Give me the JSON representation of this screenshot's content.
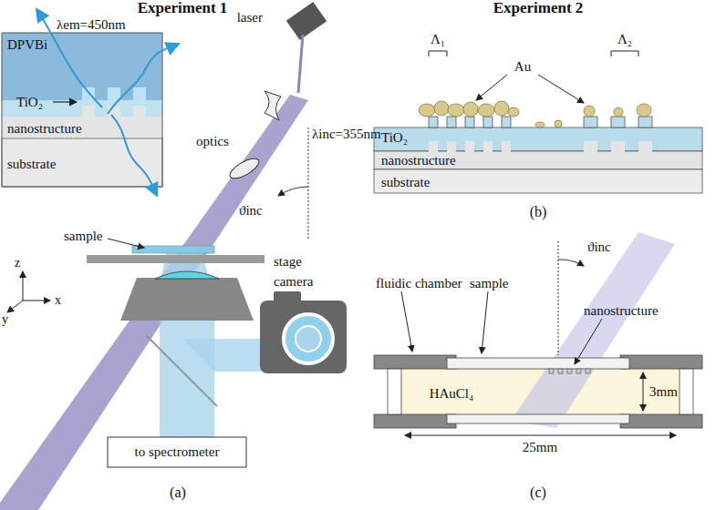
{
  "diagram": {
    "nodes": [
      {
        "text": [
          "DPVBi"
        ]
      },
      {
        "text": [
          "nanostructure"
        ]
      },
      {
        "text": [
          "substrate"
        ]
      },
      {
        "text": [
          "to spectrometer"
        ]
      },
      {
        "text": [
          "TiO₂"
        ]
      },
      {
        "text": [
          "nanostructure"
        ]
      },
      {
        "text": [
          "substrate"
        ]
      },
      {
        "text": [
          "HAuCl₄"
        ]
      }
    ],
    "labels": [
      "Experiment 1",
      "Experiment 2",
      "λem=450nm",
      "TiO₂",
      "laser",
      "λinc=355nm",
      "optics",
      "ϑinc",
      "sample",
      "stage",
      "z",
      "y",
      "x",
      "camera",
      "(a)",
      "Λ₁",
      "Au",
      "Λ₂",
      "(b)",
      "ϑinc",
      "fluidic chamber",
      "sample",
      "nanostructure",
      "3mm",
      "25mm",
      "(c)"
    ]
  }
}
